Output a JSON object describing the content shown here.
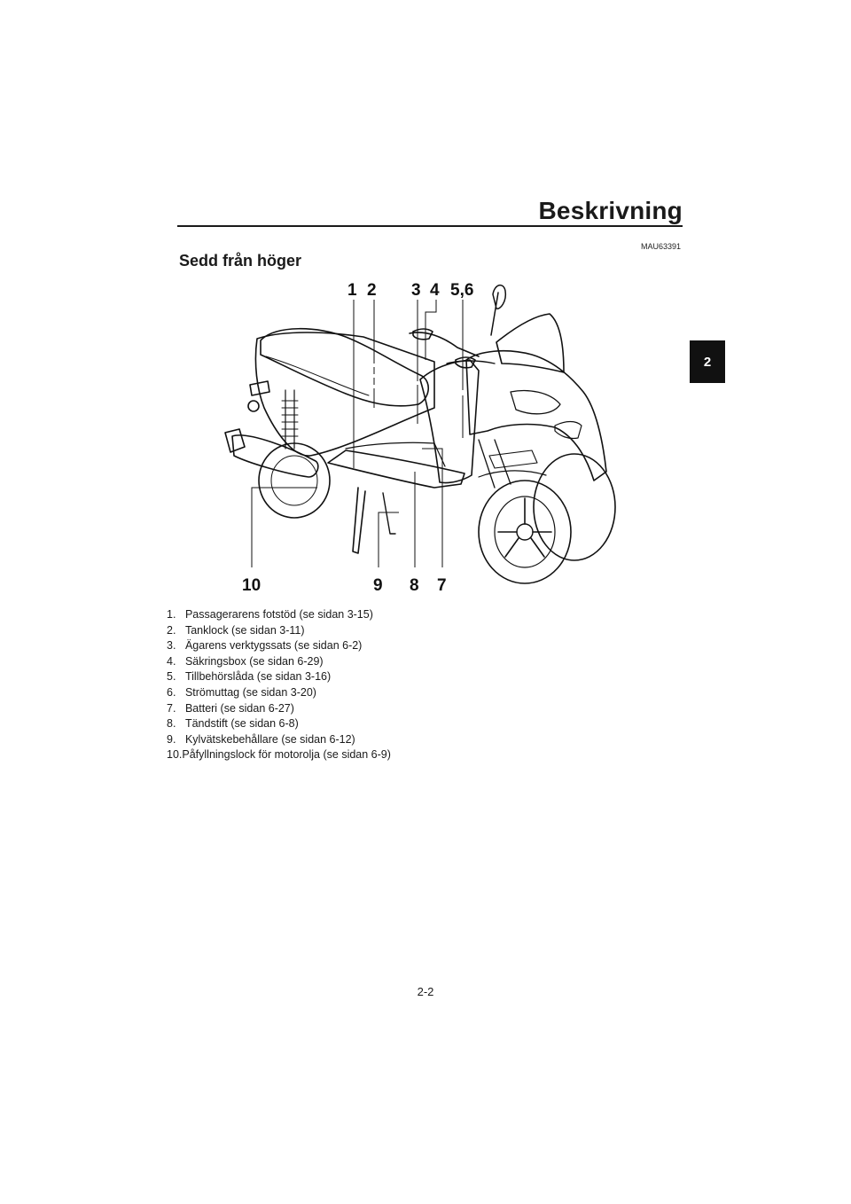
{
  "header": {
    "title": "Beskrivning",
    "doc_code": "MAU63391"
  },
  "section": {
    "heading": "Sedd från höger"
  },
  "chapter_tab": "2",
  "figure": {
    "callouts": [
      "1",
      "2",
      "3",
      "4",
      "5,6",
      "10",
      "9",
      "8",
      "7"
    ]
  },
  "legend": [
    {
      "num": "1.",
      "text": "Passagerarens fotstöd (se sidan 3-15)"
    },
    {
      "num": "2.",
      "text": "Tanklock (se sidan 3-11)"
    },
    {
      "num": "3.",
      "text": "Ägarens verktygssats (se sidan 6-2)"
    },
    {
      "num": "4.",
      "text": "Säkringsbox (se sidan 6-29)"
    },
    {
      "num": "5.",
      "text": "Tillbehörslåda (se sidan 3-16)"
    },
    {
      "num": "6.",
      "text": "Strömuttag (se sidan 3-20)"
    },
    {
      "num": "7.",
      "text": "Batteri (se sidan 6-27)"
    },
    {
      "num": "8.",
      "text": "Tändstift (se sidan 6-8)"
    },
    {
      "num": "9.",
      "text": "Kylvätskebehållare (se sidan 6-12)"
    },
    {
      "num": "10.",
      "text": "Påfyllningslock för motorolja (se sidan 6-9)"
    }
  ],
  "footer": {
    "page_number": "2-2"
  }
}
